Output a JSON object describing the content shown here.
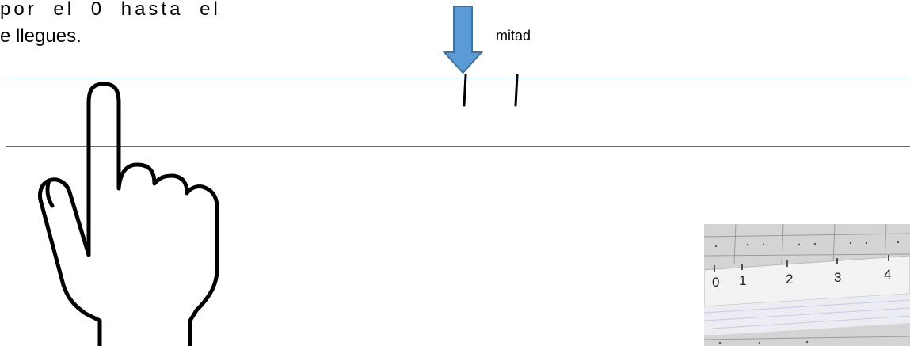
{
  "text": {
    "line1": "por el 0 hasta el",
    "line2": "e llegues.",
    "arrow_label": "mitad"
  },
  "photo": {
    "labels": [
      "0",
      "1",
      "2",
      "3",
      "4"
    ]
  },
  "colors": {
    "arrow_fill": "#5b9bd5",
    "arrow_stroke": "#41719c",
    "strip_border": "#4a6fa5"
  }
}
